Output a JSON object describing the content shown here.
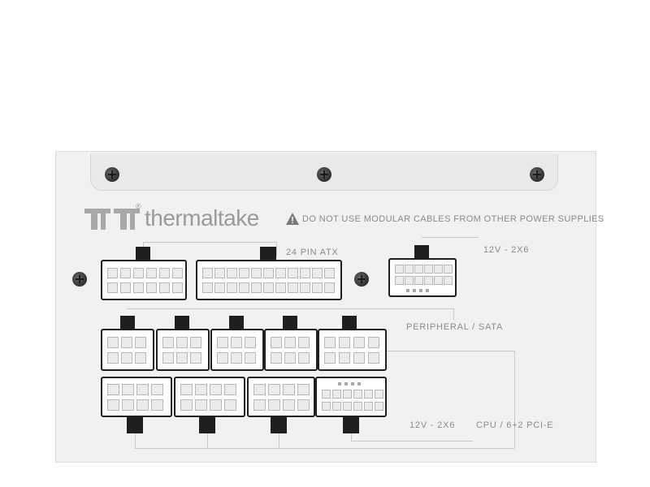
{
  "brand": {
    "name": "thermaltake",
    "logo_icon": "thermaltake-tt-logo-icon",
    "trademark": "®"
  },
  "warning": {
    "icon": "warning-triangle-icon",
    "text": "DO NOT USE MODULAR CABLES FROM OTHER POWER SUPPLIES"
  },
  "labels": {
    "atx": "24 PIN ATX",
    "gpu_top": "12V - 2X6",
    "peripheral": "PERIPHERAL / SATA",
    "gpu_bottom": "12V - 2X6",
    "cpu_pcie": "CPU / 6+2 PCI-E"
  },
  "colors": {
    "panel": "#f1f1f1",
    "connector_border": "#1f1f1f",
    "text": "#8a8a8a"
  }
}
